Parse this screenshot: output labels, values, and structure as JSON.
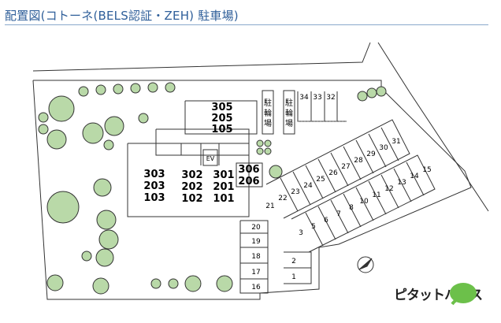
{
  "title": "配置図(コトーネ(BELS認証・ZEH)  駐車場)",
  "units": {
    "block_a": [
      "305",
      "205",
      "105"
    ],
    "block_b": [
      "303",
      "203",
      "103"
    ],
    "block_c": [
      "302",
      "202",
      "102"
    ],
    "block_d": [
      "301",
      "201",
      "101"
    ],
    "block_e": [
      "306",
      "206"
    ]
  },
  "ev_label": "EV",
  "bike_parking_label": [
    "駐",
    "輪",
    "場"
  ],
  "parking_top_row": [
    "34",
    "33",
    "32"
  ],
  "parking_diag_upper": [
    "22",
    "23",
    "24",
    "25",
    "26",
    "27",
    "28",
    "29",
    "30",
    "31"
  ],
  "parking_diag_lower": [
    "3",
    "5",
    "6",
    "7",
    "8",
    "10",
    "11",
    "12",
    "13",
    "14",
    "15"
  ],
  "parking_21": "21",
  "parking_left_col": [
    "20",
    "19",
    "18",
    "17",
    "16"
  ],
  "parking_small": [
    "2",
    "1"
  ],
  "brand": {
    "text": "ピタットハウス",
    "accent_color": "#6cc04a"
  },
  "colors": {
    "title": "#2f5f9a",
    "rule": "#8aa8cc",
    "line": "#333333",
    "tree": "#b9d9a8"
  }
}
